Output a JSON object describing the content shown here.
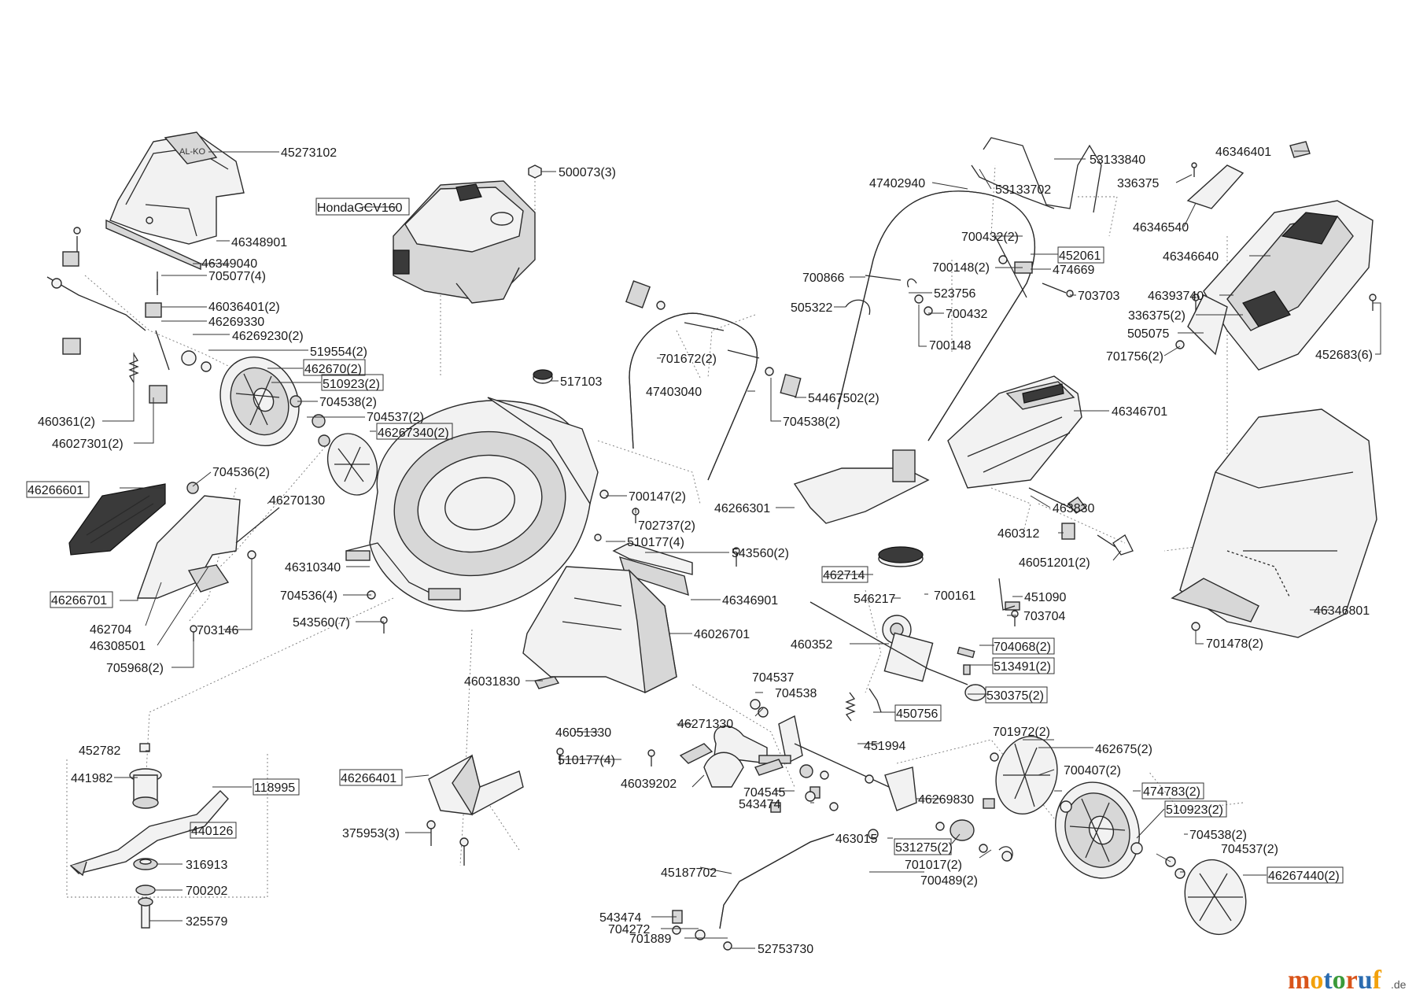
{
  "labels": {
    "a01": "45273102",
    "a02": "HondaGCV160",
    "a03": "500073(3)",
    "a04": "46348901",
    "a05": "46349040",
    "a06": "705077(4)",
    "a07": "46036401(2)",
    "a08": "46269330",
    "a09": "46269230(2)",
    "a10": "519554(2)",
    "a11": "462670(2)",
    "a12": "510923(2)",
    "a13": "704538(2)",
    "a14": "704537(2)",
    "a15": "46267340(2)",
    "a16": "460361(2)",
    "a17": "46027301(2)",
    "a18": "517103",
    "b01": "53133840",
    "b02": "47402940",
    "b03": "53133702",
    "b04": "700432(2)",
    "b05": "452061",
    "b06": "700148(2)",
    "b07": "474669",
    "b08": "700866",
    "b09": "523756",
    "b10": "703703",
    "b11": "505322",
    "b12": "700432",
    "b13": "700148",
    "b14": "701672(2)",
    "b15": "47403040",
    "b16": "54467502(2)",
    "b17": "704538(2)",
    "c01": "46346401",
    "c02": "336375",
    "c03": "46346540",
    "c04": "46346640",
    "c05": "46393740",
    "c06": "336375(2)",
    "c07": "505075",
    "c08": "701756(2)",
    "c09": "452683(6)",
    "c10": "46346701",
    "c11": "463830",
    "c12": "460312",
    "c13": "46051201(2)",
    "c14": "46346801",
    "c15": "701478(2)",
    "d01": "704536(2)",
    "d02": "46266601",
    "d03": "46270130",
    "d04": "46310340",
    "d05": "704536(4)",
    "d06": "543560(7)",
    "d07": "46266701",
    "d08": "462704",
    "d09": "46308501",
    "d10": "703146",
    "d11": "705968(2)",
    "e01": "700147(2)",
    "e02": "702737(2)",
    "e03": "510177(4)",
    "e04": "543560(2)",
    "e05": "46266301",
    "e06": "46346901",
    "e07": "46026701",
    "e08": "46031830",
    "e09": "46051330",
    "e10": "46271330",
    "e11": "510177(4)",
    "e12": "46039202",
    "e13": "704537",
    "e14": "704538",
    "e15": "704545",
    "e16": "543474",
    "f01": "462714",
    "f02": "546217",
    "f03": "700161",
    "f04": "451090",
    "f05": "703704",
    "f06": "460352",
    "f07": "704068(2)",
    "f08": "513491(2)",
    "f09": "530375(2)",
    "f10": "450756",
    "f11": "451994",
    "g01": "452782",
    "g02": "441982",
    "g03": "118995",
    "g04": "440126",
    "g05": "316913",
    "g06": "700202",
    "g07": "325579",
    "g08": "46266401",
    "g09": "375953(3)",
    "h01": "701972(2)",
    "h02": "462675(2)",
    "h03": "700407(2)",
    "h04": "474783(2)",
    "h05": "510923(2)",
    "h06": "704538(2)",
    "h07": "704537(2)",
    "h08": "46267440(2)",
    "h09": "46269830",
    "h10": "463015",
    "h11": "531275(2)",
    "h12": "701017(2)",
    "h13": "700489(2)",
    "h14": "45187702",
    "h15": "543474",
    "h16": "704272",
    "h17": "701889",
    "h18": "52753730"
  },
  "brand": {
    "logo_main": "motoruf",
    "logo_suffix": ".de",
    "colors": {
      "m": "#d9541a",
      "o1": "#f2a10c",
      "t": "#2b6cb0",
      "o2": "#3a9a3a",
      "r": "#d9541a",
      "u": "#2b6cb0",
      "f": "#f2a10c"
    }
  }
}
